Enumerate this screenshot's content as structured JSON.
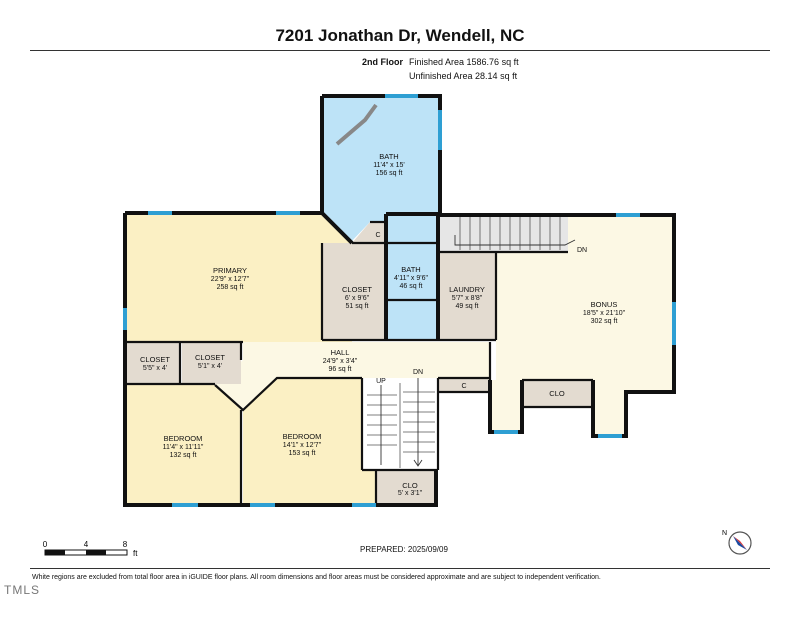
{
  "header": {
    "title": "7201 Jonathan Dr, Wendell, NC",
    "floor": "2nd Floor",
    "finished_area": "Finished Area 1586.76 sq ft",
    "unfinished_area": "Unfinished Area 28.14 sq ft"
  },
  "rooms": {
    "bath1": {
      "name": "BATH",
      "dims": "11'4\" x 15'",
      "area": "156 sq ft"
    },
    "primary": {
      "name": "PRIMARY",
      "dims": "22'9\" x 12'7\"",
      "area": "258 sq ft"
    },
    "closet_primary": {
      "name": "CLOSET",
      "dims": "6' x 9'6\"",
      "area": "51 sq ft"
    },
    "bath2": {
      "name": "BATH",
      "dims": "4'11\" x 9'6\"",
      "area": "46 sq ft"
    },
    "laundry": {
      "name": "LAUNDRY",
      "dims": "5'7\" x 8'8\"",
      "area": "49 sq ft"
    },
    "bonus": {
      "name": "BONUS",
      "dims": "18'5\" x 21'10\"",
      "area": "302 sq ft"
    },
    "closet_a": {
      "name": "CLOSET",
      "dims": "5'5\" x 4'"
    },
    "closet_b": {
      "name": "CLOSET",
      "dims": "5'1\" x 4'"
    },
    "hall": {
      "name": "HALL",
      "dims": "24'9\" x 3'4\"",
      "area": "96 sq ft"
    },
    "bedroom1": {
      "name": "BEDROOM",
      "dims": "11'4\" x 11'11\"",
      "area": "132 sq ft"
    },
    "bedroom2": {
      "name": "BEDROOM",
      "dims": "14'1\" x 12'7\"",
      "area": "153 sq ft"
    },
    "clo_small": {
      "name": "CLO",
      "dims": "5' x 3'1\""
    },
    "clo_bonus": {
      "name": "CLO"
    }
  },
  "small_labels": {
    "c_top": "C",
    "c_hall": "C",
    "dn_bonus": "DN",
    "up": "UP",
    "dn_stair": "DN"
  },
  "scale": {
    "t0": "0",
    "t4": "4",
    "t8": "8",
    "unit": "ft"
  },
  "compass": {
    "north": "N"
  },
  "prepared": "PREPARED: 2025/09/09",
  "footer_note": "White regions are excluded from total floor area in iGUIDE floor plans. All room dimensions and floor areas must be considered approximate and are subject to independent verification.",
  "brand": "TMLS",
  "colors": {
    "wall": "#111111",
    "bath": "#bde3f7",
    "bedroom": "#fbf0c4",
    "closet": "#e3dbd0",
    "hall": "#fcf8e4",
    "window": "#2e9fd3"
  }
}
